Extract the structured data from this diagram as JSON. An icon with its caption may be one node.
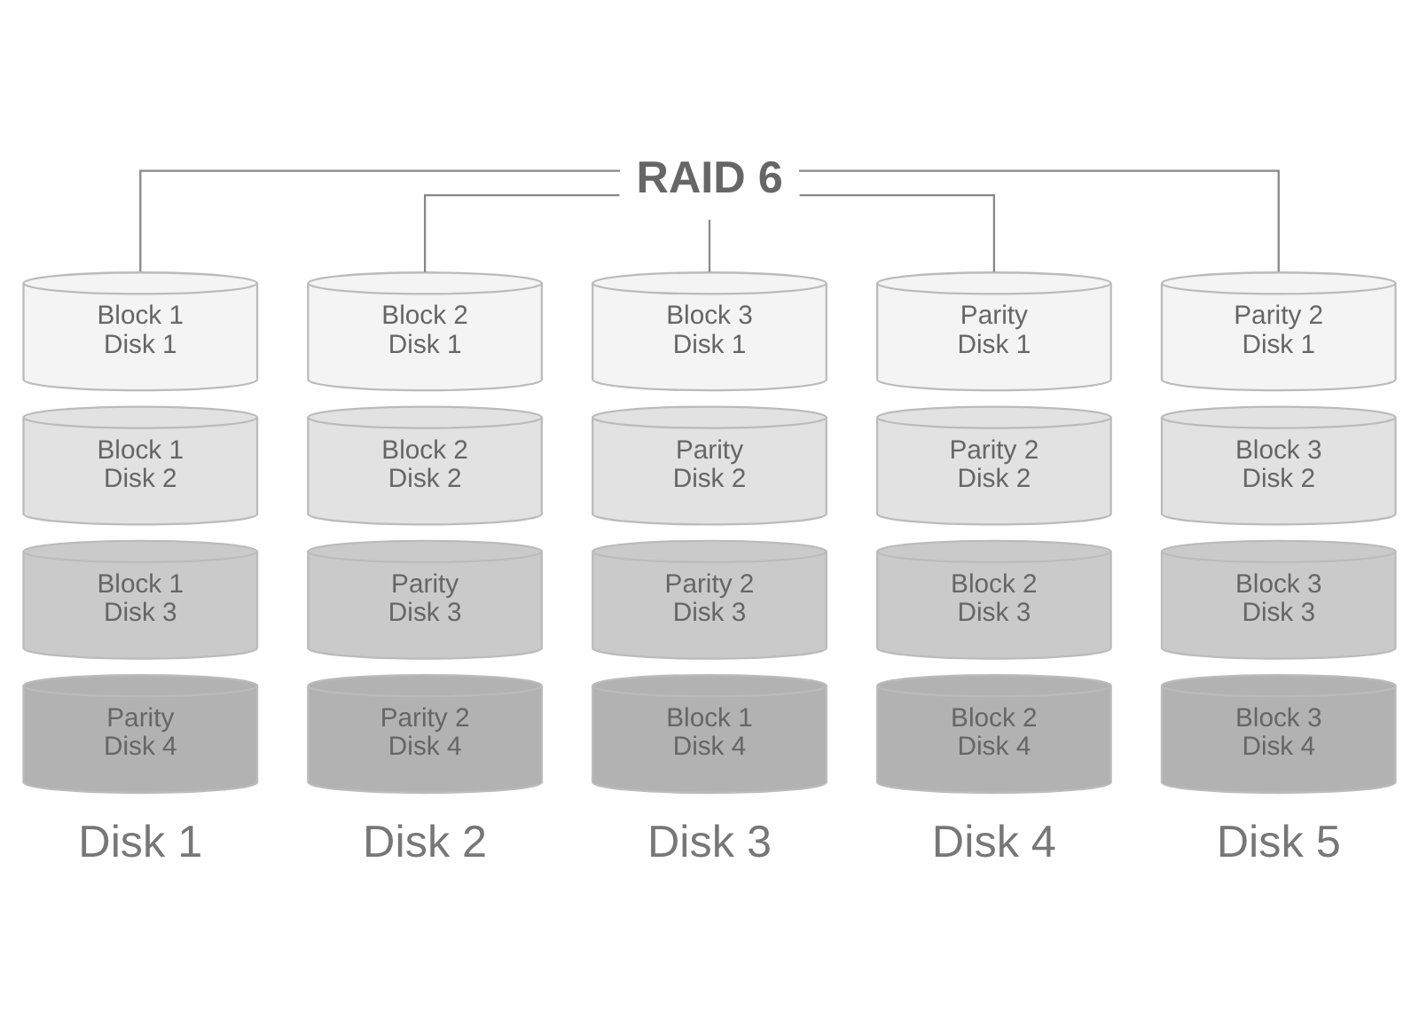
{
  "diagram": {
    "nodes": [
      {
        "text": [
          "RAID 6"
        ]
      },
      {
        "text": [
          "Block 1 Disk 1"
        ]
      },
      {
        "text": [
          "Block 2 Disk 1"
        ]
      },
      {
        "text": [
          "Block 3 Disk 1"
        ]
      },
      {
        "text": [
          "Parity Disk 1"
        ]
      },
      {
        "text": [
          "Parity 2 Disk 1"
        ]
      },
      {
        "text": [
          "Block 1 Disk 2"
        ]
      },
      {
        "text": [
          "Block 2 Disk 2"
        ]
      },
      {
        "text": [
          "Parity Disk 2"
        ]
      },
      {
        "text": [
          "Parity 2 Disk 2"
        ]
      },
      {
        "text": [
          "Block 3 Disk 2"
        ]
      },
      {
        "text": [
          "Block 1 Disk 3"
        ]
      },
      {
        "text": [
          "Parity Disk 3"
        ]
      },
      {
        "text": [
          "Parity 2 Disk 3"
        ]
      },
      {
        "text": [
          "Block 2 Disk 3"
        ]
      },
      {
        "text": [
          "Block 3 Disk 3"
        ]
      },
      {
        "text": [
          "Parity Disk 4"
        ]
      },
      {
        "text": [
          "Parity 2 Disk 4"
        ]
      },
      {
        "text": [
          "Block 1 Disk 4"
        ]
      },
      {
        "text": [
          "Block 2 Disk 4"
        ]
      },
      {
        "text": [
          "Block 3 Disk 4"
        ]
      }
    ],
    "edges": [
      {
        "from": 0,
        "to": 1,
        "arrow": "none"
      },
      {
        "from": 0,
        "to": 2,
        "arrow": "none"
      },
      {
        "from": 0,
        "to": 3,
        "arrow": "none"
      },
      {
        "from": 0,
        "to": 4,
        "arrow": "none"
      },
      {
        "from": 0,
        "to": 5,
        "arrow": "none"
      }
    ],
    "labels": [
      "Disk 1",
      "Disk 2",
      "Disk 3",
      "Disk 4",
      "Disk 5"
    ]
  }
}
